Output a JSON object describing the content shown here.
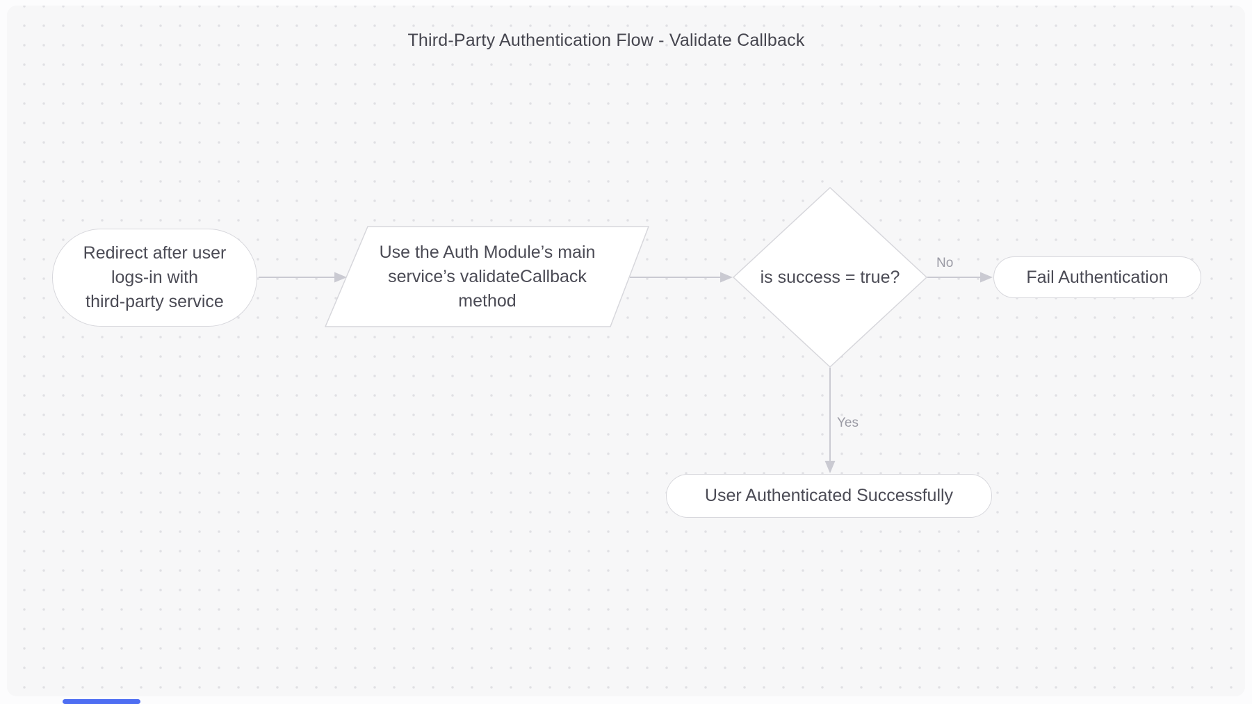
{
  "page": {
    "title": "Third-Party Authentication Flow - Validate Callback"
  },
  "nodes": {
    "start": {
      "type": "terminator",
      "label": "Redirect after user\nlogs-in with\nthird-party service"
    },
    "validate": {
      "type": "parallelogram",
      "label": "Use the Auth Module’s main\nservice’s validateCallback\nmethod"
    },
    "decision": {
      "type": "decision-diamond",
      "label": "is success = true?"
    },
    "fail": {
      "type": "terminator",
      "label": "Fail Authentication"
    },
    "success": {
      "type": "terminator",
      "label": "User Authenticated Successfully"
    }
  },
  "edges": {
    "decision_to_fail": {
      "label": "No"
    },
    "decision_to_success": {
      "label": "Yes"
    }
  },
  "colors": {
    "canvas_bg": "#f7f7f8",
    "dot_grid": "#e0e0e4",
    "shape_fill": "#ffffff",
    "shape_border": "#d7d7dc",
    "connector": "#cacad2",
    "node_text": "#4b4b55",
    "title_text": "#46464f",
    "edge_label_text": "#9b9ba5",
    "accent_bar": "#4e6ef2"
  }
}
